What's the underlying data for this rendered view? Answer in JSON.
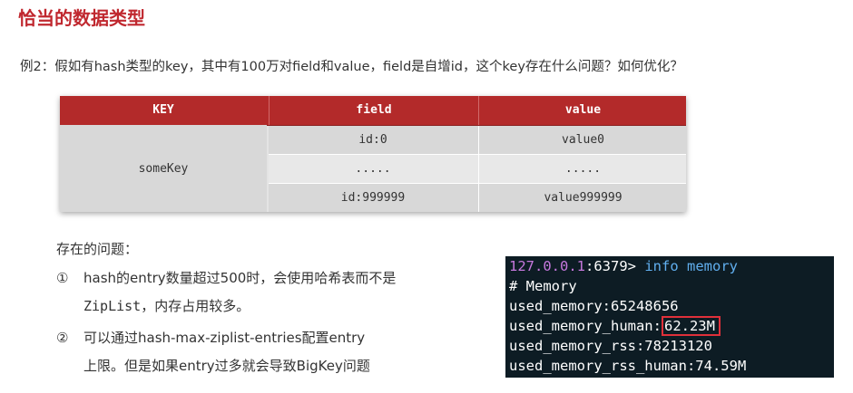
{
  "title": "恰当的数据类型",
  "question": "例2：假如有hash类型的key，其中有100万对field和value，field是自增id，这个key存在什么问题？如何优化？",
  "table": {
    "headers": [
      "KEY",
      "field",
      "value"
    ],
    "key": "someKey",
    "rows": [
      {
        "field": "id:0",
        "value": "value0"
      },
      {
        "field": ".....",
        "value": "....."
      },
      {
        "field": "id:999999",
        "value": "value999999"
      }
    ]
  },
  "problems": {
    "title": "存在的问题：",
    "items": [
      {
        "num": "①",
        "line1": "hash的entry数量超过500时，会使用哈希表而不是",
        "line2": "ZipList，内存占用较多。"
      },
      {
        "num": "②",
        "line1": "可以通过hash-max-ziplist-entries配置entry",
        "line2": "上限。但是如果entry过多就会导致BigKey问题"
      }
    ]
  },
  "terminal": {
    "prompt_host": "127.0.0.1",
    "prompt_rest": ":6379> ",
    "command": "info memory",
    "section": "# Memory",
    "used_memory": "used_memory:65248656",
    "used_memory_human_label": "used_memory_human:",
    "used_memory_human_value": "62.23M",
    "used_memory_rss": "used_memory_rss:78213120",
    "used_memory_rss_human": "used_memory_rss_human:74.59M"
  },
  "colors": {
    "title": "#c0282f",
    "table_header": "#b32a2a",
    "terminal_bg": "#0d1c24",
    "highlight_box": "#e0303a"
  }
}
